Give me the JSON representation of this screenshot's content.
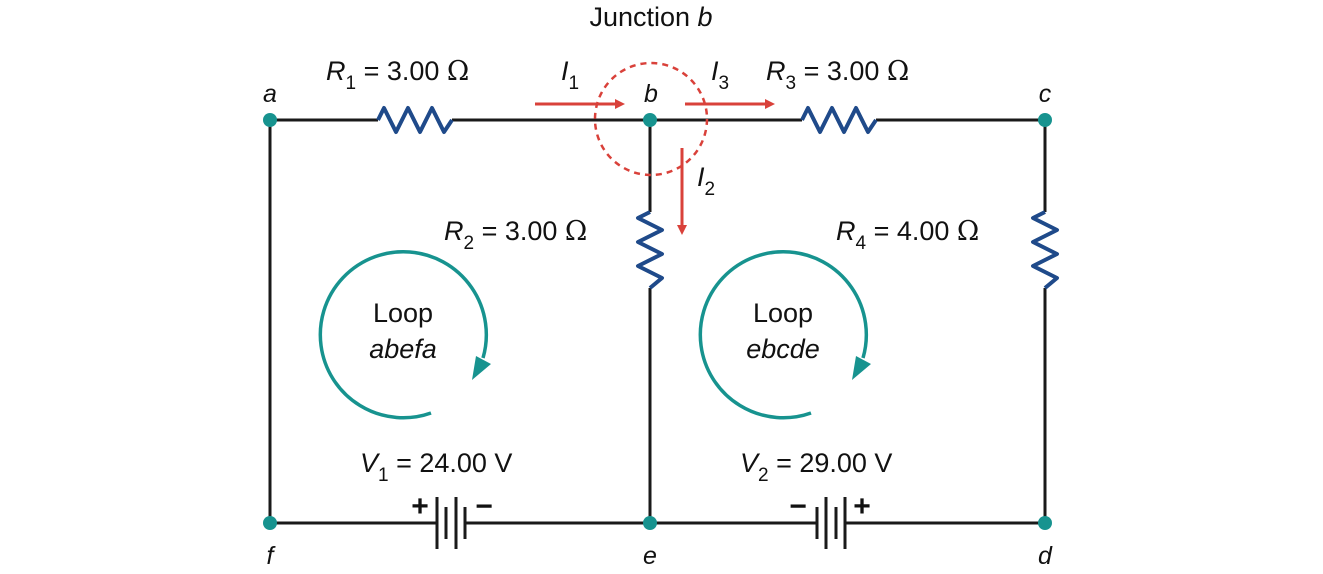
{
  "junction": {
    "prefix": "Junction ",
    "name": "b"
  },
  "nodes": {
    "a": "a",
    "b": "b",
    "c": "c",
    "d": "d",
    "e": "e",
    "f": "f"
  },
  "resistors": {
    "r1": {
      "letter": "R",
      "sub": "1",
      "value": " = 3.00 ",
      "unit": "Ω"
    },
    "r2": {
      "letter": "R",
      "sub": "2",
      "value": " = 3.00 ",
      "unit": "Ω"
    },
    "r3": {
      "letter": "R",
      "sub": "3",
      "value": " = 3.00 ",
      "unit": "Ω"
    },
    "r4": {
      "letter": "R",
      "sub": "4",
      "value": " = 4.00 ",
      "unit": "Ω"
    }
  },
  "currents": {
    "i1": {
      "letter": "I",
      "sub": "1"
    },
    "i2": {
      "letter": "I",
      "sub": "2"
    },
    "i3": {
      "letter": "I",
      "sub": "3"
    }
  },
  "sources": {
    "v1": {
      "letter": "V",
      "sub": "1",
      "value": " = 24.00 V",
      "left_sign": "+",
      "right_sign": "−"
    },
    "v2": {
      "letter": "V",
      "sub": "2",
      "value": " = 29.00 V",
      "left_sign": "−",
      "right_sign": "+"
    }
  },
  "loops": {
    "left": {
      "title": "Loop",
      "name": "abefa"
    },
    "right": {
      "title": "Loop",
      "name": "ebcde"
    }
  },
  "colors": {
    "wire": "#1a1a1a",
    "resistor": "#1f4a8a",
    "current_arrow": "#d9413a",
    "loop_arrow": "#17938f",
    "node_dot": "#17938f"
  }
}
